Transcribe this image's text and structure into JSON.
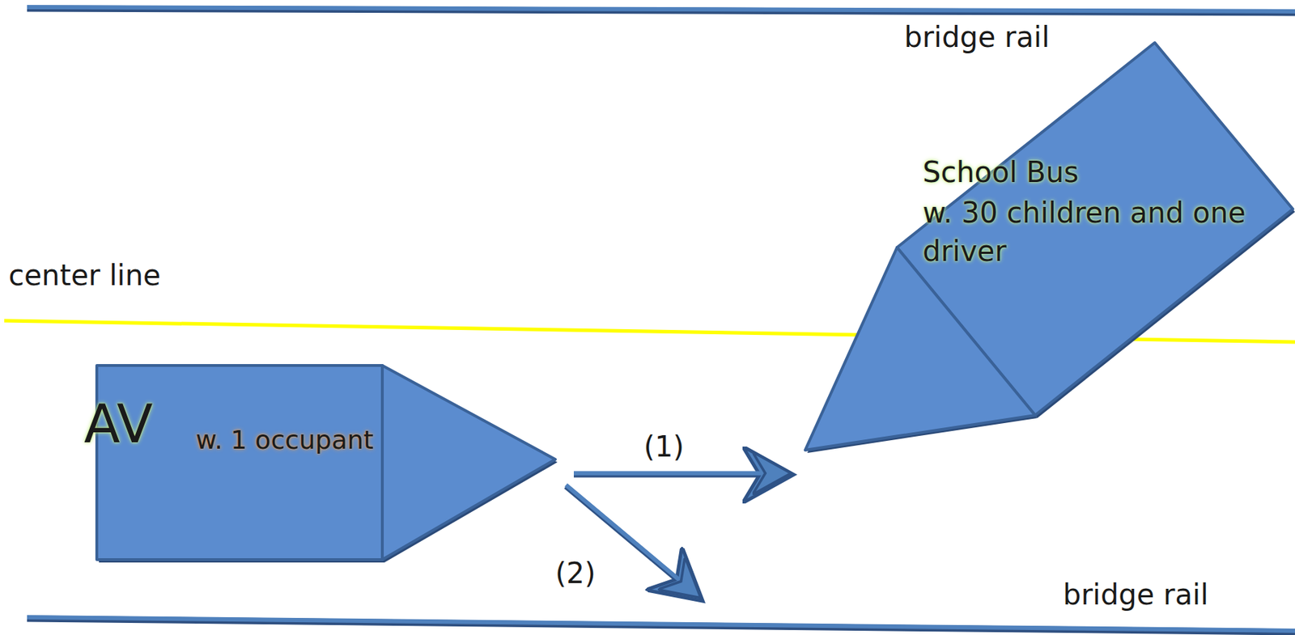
{
  "diagram": {
    "nodes": [
      {
        "text": [
          "AV",
          "w. 1 occupant"
        ]
      },
      {
        "text": [
          "School Bus",
          "w. 30 children and one driver"
        ]
      }
    ],
    "edges": [
      {
        "from": 0,
        "to": 1,
        "arrow": "to",
        "label": "(1)"
      }
    ],
    "labels": [
      "bridge rail",
      "center line",
      "(2)",
      "bridge rail"
    ]
  }
}
